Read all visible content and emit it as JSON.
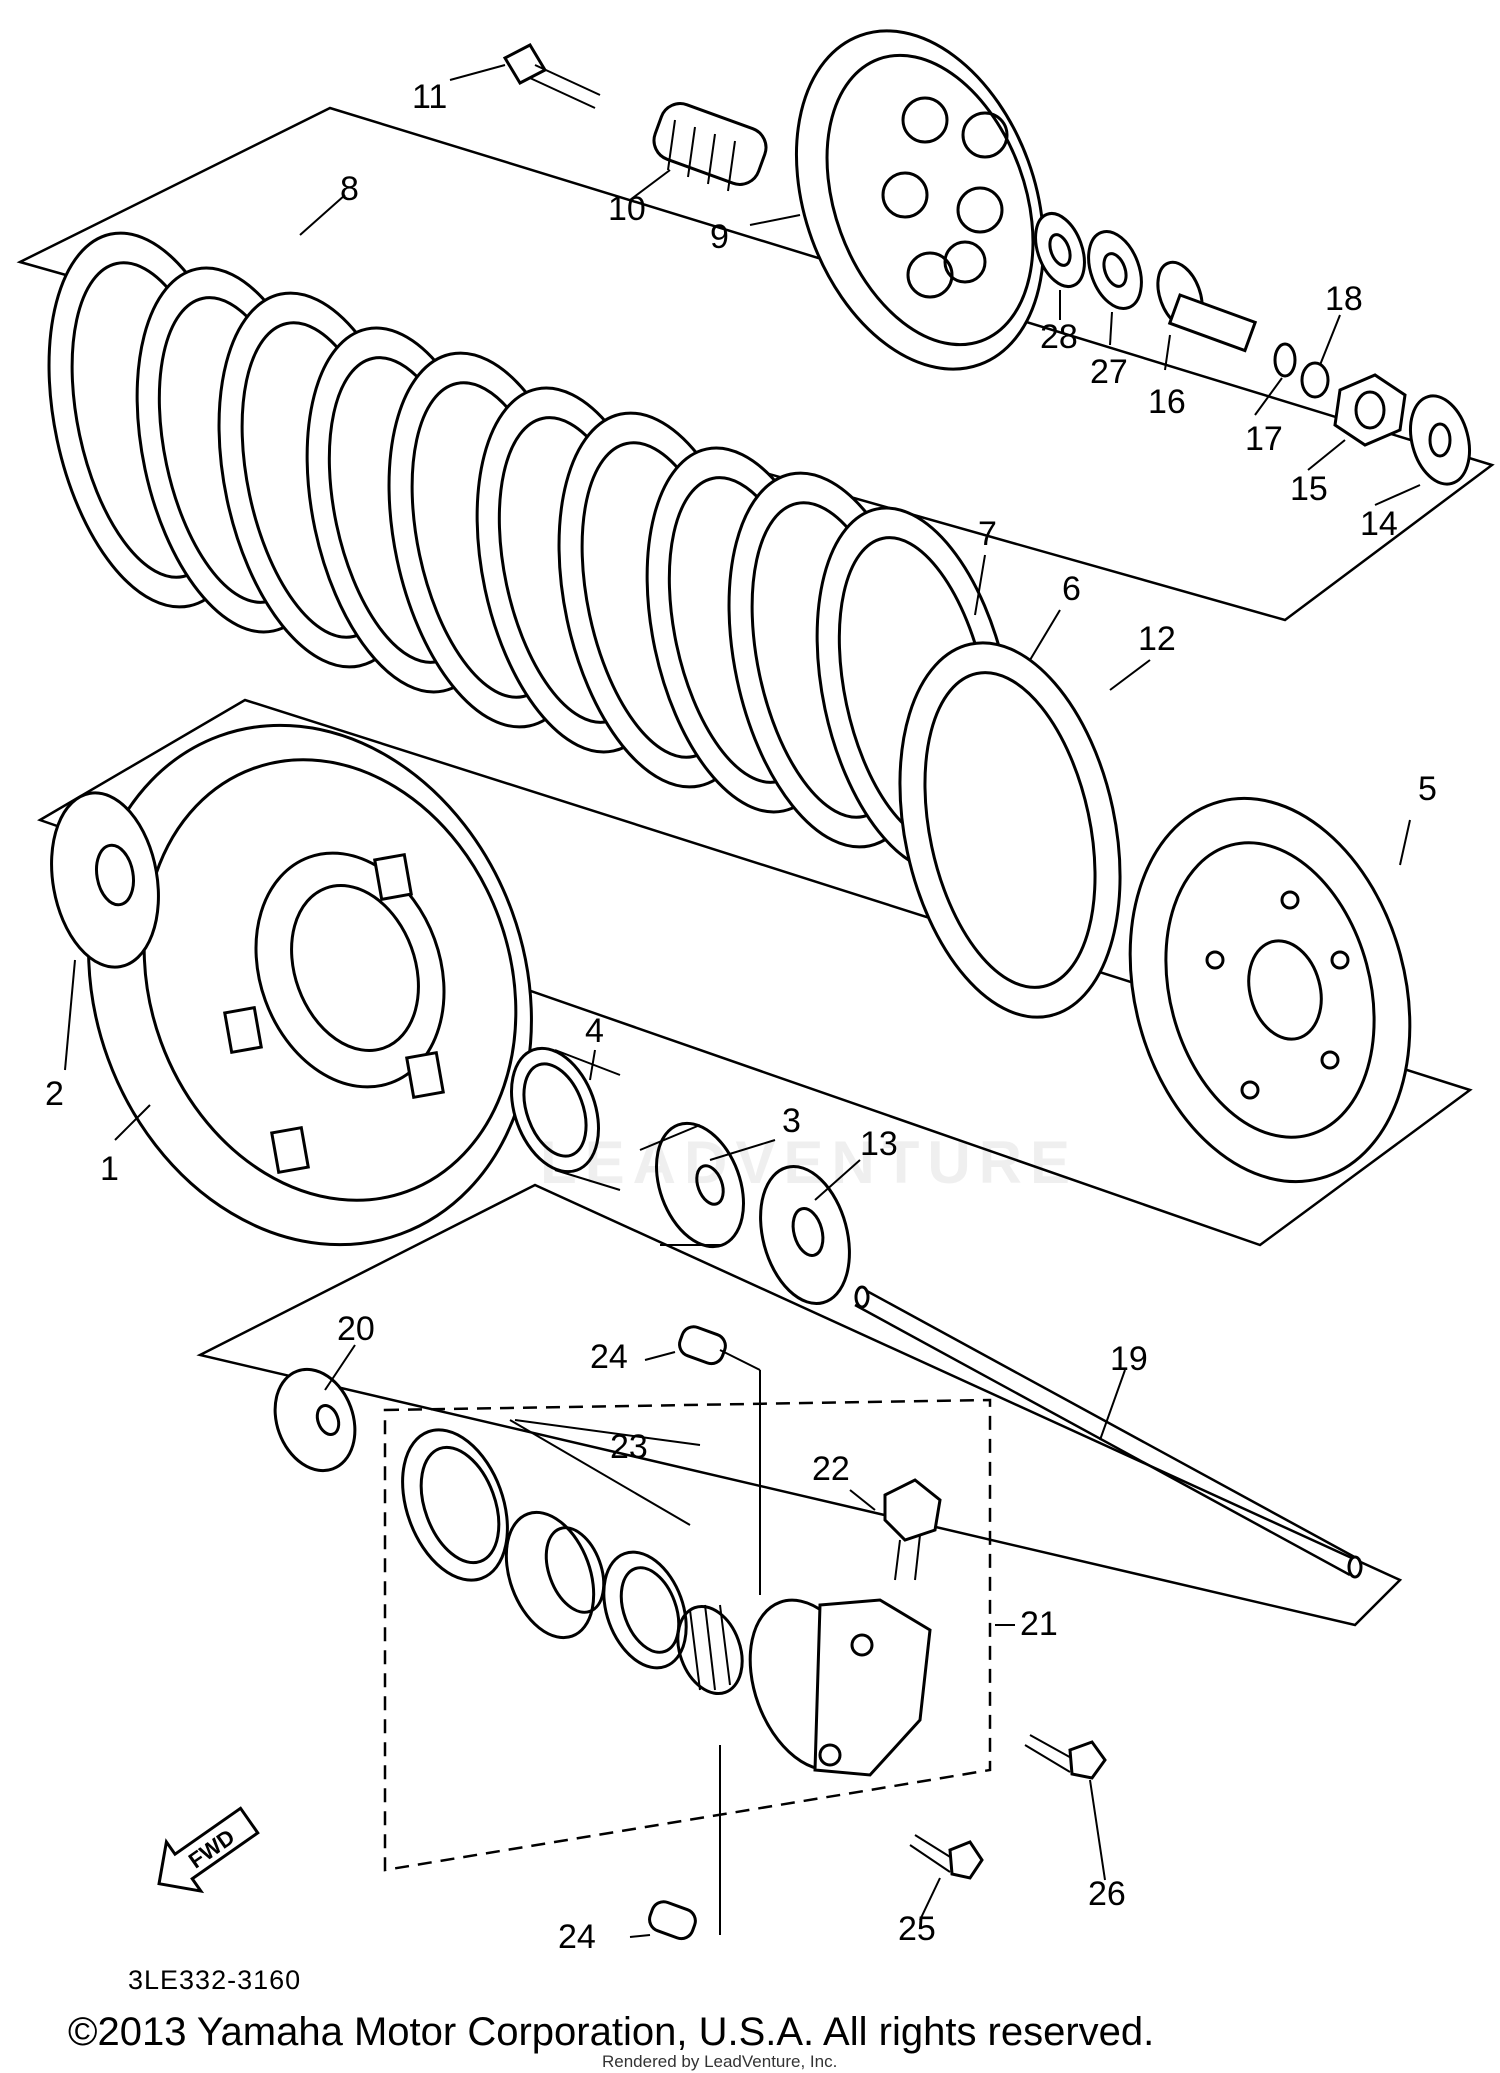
{
  "diagram": {
    "callouts": [
      {
        "id": "1",
        "text": "1"
      },
      {
        "id": "2",
        "text": "2"
      },
      {
        "id": "3",
        "text": "3"
      },
      {
        "id": "4",
        "text": "4"
      },
      {
        "id": "5",
        "text": "5"
      },
      {
        "id": "6",
        "text": "6"
      },
      {
        "id": "7",
        "text": "7"
      },
      {
        "id": "8",
        "text": "8"
      },
      {
        "id": "9",
        "text": "9"
      },
      {
        "id": "10",
        "text": "10"
      },
      {
        "id": "11",
        "text": "11"
      },
      {
        "id": "12",
        "text": "12"
      },
      {
        "id": "13",
        "text": "13"
      },
      {
        "id": "14",
        "text": "14"
      },
      {
        "id": "15",
        "text": "15"
      },
      {
        "id": "16",
        "text": "16"
      },
      {
        "id": "17",
        "text": "17"
      },
      {
        "id": "18",
        "text": "18"
      },
      {
        "id": "19",
        "text": "19"
      },
      {
        "id": "20",
        "text": "20"
      },
      {
        "id": "21",
        "text": "21"
      },
      {
        "id": "22",
        "text": "22"
      },
      {
        "id": "23",
        "text": "23"
      },
      {
        "id": "24a",
        "text": "24"
      },
      {
        "id": "24b",
        "text": "24"
      },
      {
        "id": "25",
        "text": "25"
      },
      {
        "id": "26",
        "text": "26"
      },
      {
        "id": "27",
        "text": "27"
      },
      {
        "id": "28",
        "text": "28"
      }
    ],
    "fwd_label": "FWD",
    "reference_code": "3LE332-3160",
    "copyright": "©2013 Yamaha Motor Corporation, U.S.A. All rights reserved.",
    "render_credit": "Rendered by LeadVenture, Inc.",
    "watermark": "LEADVENTURE"
  }
}
